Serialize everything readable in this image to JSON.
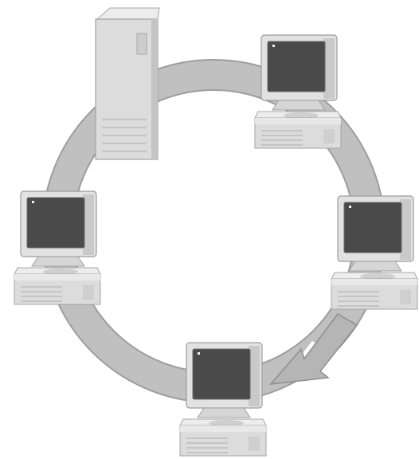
{
  "diagram": {
    "type": "ring-network-topology",
    "nodes": [
      {
        "id": "server",
        "icon": "tower-server-icon"
      },
      {
        "id": "workstation-top-right",
        "icon": "desktop-computer-icon"
      },
      {
        "id": "workstation-right",
        "icon": "desktop-computer-icon"
      },
      {
        "id": "workstation-bottom",
        "icon": "desktop-computer-icon"
      },
      {
        "id": "workstation-left",
        "icon": "desktop-computer-icon"
      }
    ],
    "flow": {
      "shape": "ring",
      "direction": "clockwise",
      "arrowhead": "bottom-right"
    },
    "colors": {
      "ring": "#bdbdbd",
      "ring_edge": "#9a9a9a",
      "device_body": "#e4e4e4",
      "device_shadow": "#b8b8b8",
      "screen": "#4a4a4a",
      "background": "#ffffff"
    }
  }
}
